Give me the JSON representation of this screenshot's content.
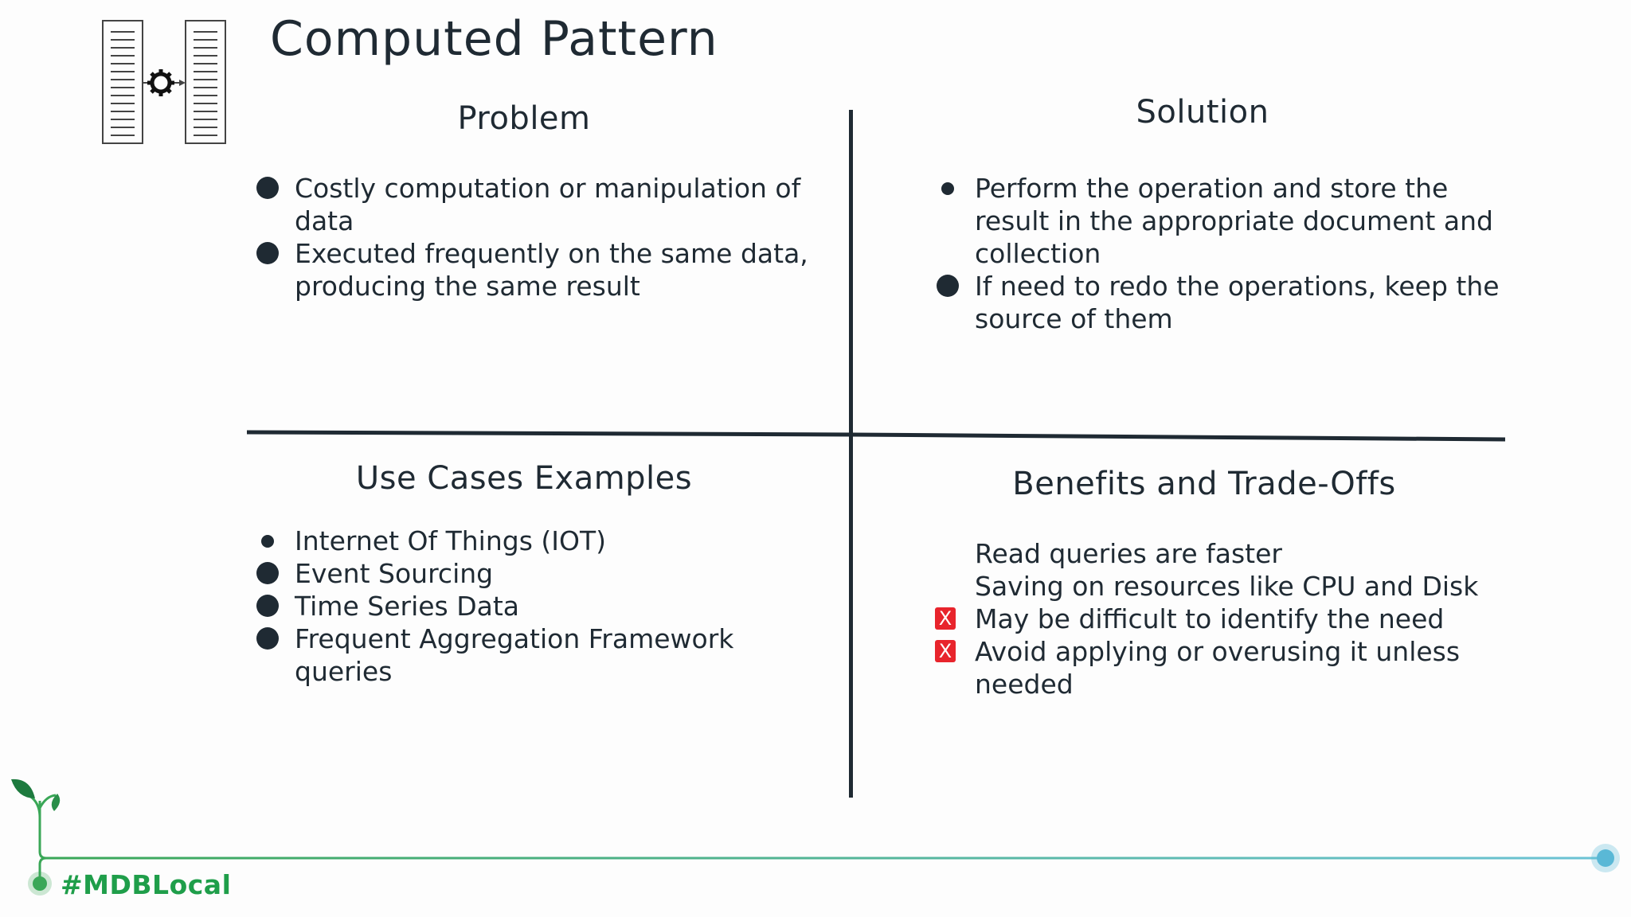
{
  "title": "Computed Pattern",
  "logo_icon": "computed-transform-icon",
  "sections": {
    "problem": {
      "heading": "Problem",
      "items": [
        {
          "lines": [
            "Costly computation or manipulation of",
            "data"
          ],
          "marker": "bullet"
        },
        {
          "lines": [
            "Executed frequently on the same data,",
            "producing the same result"
          ],
          "marker": "bullet"
        }
      ]
    },
    "solution": {
      "heading": "Solution",
      "items": [
        {
          "lines": [
            "Perform the operation and store the",
            "result in the appropriate document and",
            "collection"
          ],
          "marker": "bullet-small"
        },
        {
          "lines": [
            "If need to redo the operations, keep the",
            "source of them"
          ],
          "marker": "bullet"
        }
      ]
    },
    "use_cases": {
      "heading": "Use Cases Examples",
      "items": [
        {
          "lines": [
            "Internet Of Things (IOT)"
          ],
          "marker": "bullet-small"
        },
        {
          "lines": [
            "Event Sourcing"
          ],
          "marker": "bullet"
        },
        {
          "lines": [
            "Time Series Data"
          ],
          "marker": "bullet"
        },
        {
          "lines": [
            "Frequent Aggregation Framework",
            "queries"
          ],
          "marker": "bullet"
        }
      ]
    },
    "benefits": {
      "heading": "Benefits and Trade-Offs",
      "items": [
        {
          "lines": [
            "Read queries are faster"
          ],
          "marker": "none"
        },
        {
          "lines": [
            "Saving on resources like CPU and Disk"
          ],
          "marker": "none"
        },
        {
          "lines": [
            "May be difficult to identify the need"
          ],
          "marker": "x"
        },
        {
          "lines": [
            "Avoid applying or overusing it unless",
            "needed"
          ],
          "marker": "x"
        }
      ],
      "x_glyph": "X"
    }
  },
  "footer": {
    "hashtag": "#MDBLocal",
    "icon": "sprout-leaf-icon",
    "line_color": "#3aa757",
    "end_dot_color": "#5bc0de"
  },
  "colors": {
    "text": "#1f2a33",
    "cross": "#e8242c",
    "brand_green": "#1f9e4a"
  }
}
